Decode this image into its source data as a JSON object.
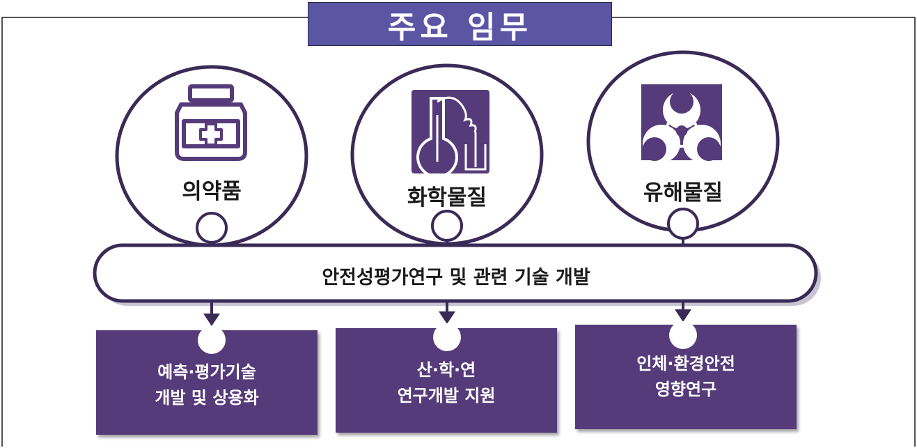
{
  "title": "주요 임무",
  "categories": [
    {
      "label": "의약품",
      "icon": "medicine-bottle-icon"
    },
    {
      "label": "화학물질",
      "icon": "chemical-flask-icon"
    },
    {
      "label": "유해물질",
      "icon": "biohazard-icon"
    }
  ],
  "center_bar": "안전성평가연구 및 관련 기술 개발",
  "outputs": [
    {
      "line1": "예측·평가기술",
      "line2": "개발 및 상용화"
    },
    {
      "line1": "산·학·연",
      "line2": "연구개발 지원"
    },
    {
      "line1": "인체·환경안전",
      "line2": "영향연구"
    }
  ],
  "colors": {
    "title_bg": "#5b55a4",
    "purple": "#563b7a",
    "line": "#3a2a56"
  }
}
